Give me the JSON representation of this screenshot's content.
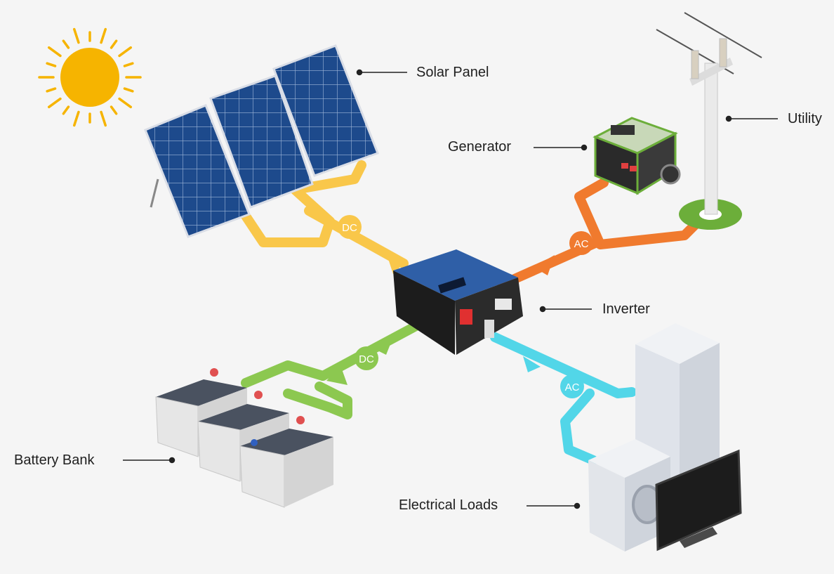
{
  "labels": {
    "solar_panel": "Solar Panel",
    "generator": "Generator",
    "utility": "Utility",
    "inverter": "Inverter",
    "battery_bank": "Battery Bank",
    "electrical_loads": "Electrical Loads"
  },
  "flows": {
    "solar_dc": "DC",
    "grid_ac": "AC",
    "battery_dc": "DC",
    "load_ac": "AC"
  },
  "colors": {
    "background": "#f5f5f5",
    "solar_flow": "#f9c74a",
    "grid_flow": "#f07a2e",
    "battery_flow": "#8cc850",
    "load_flow": "#52d6e8",
    "sun": "#f6b400",
    "panel": "#1c3f78",
    "inverter": "#2f5fa7",
    "utility_ring": "#6cae3a"
  },
  "icons": [
    "sun-icon",
    "solar-panel-icon",
    "generator-icon",
    "utility-pole-icon",
    "inverter-icon",
    "battery-icon",
    "refrigerator-icon",
    "washing-machine-icon",
    "television-icon"
  ]
}
